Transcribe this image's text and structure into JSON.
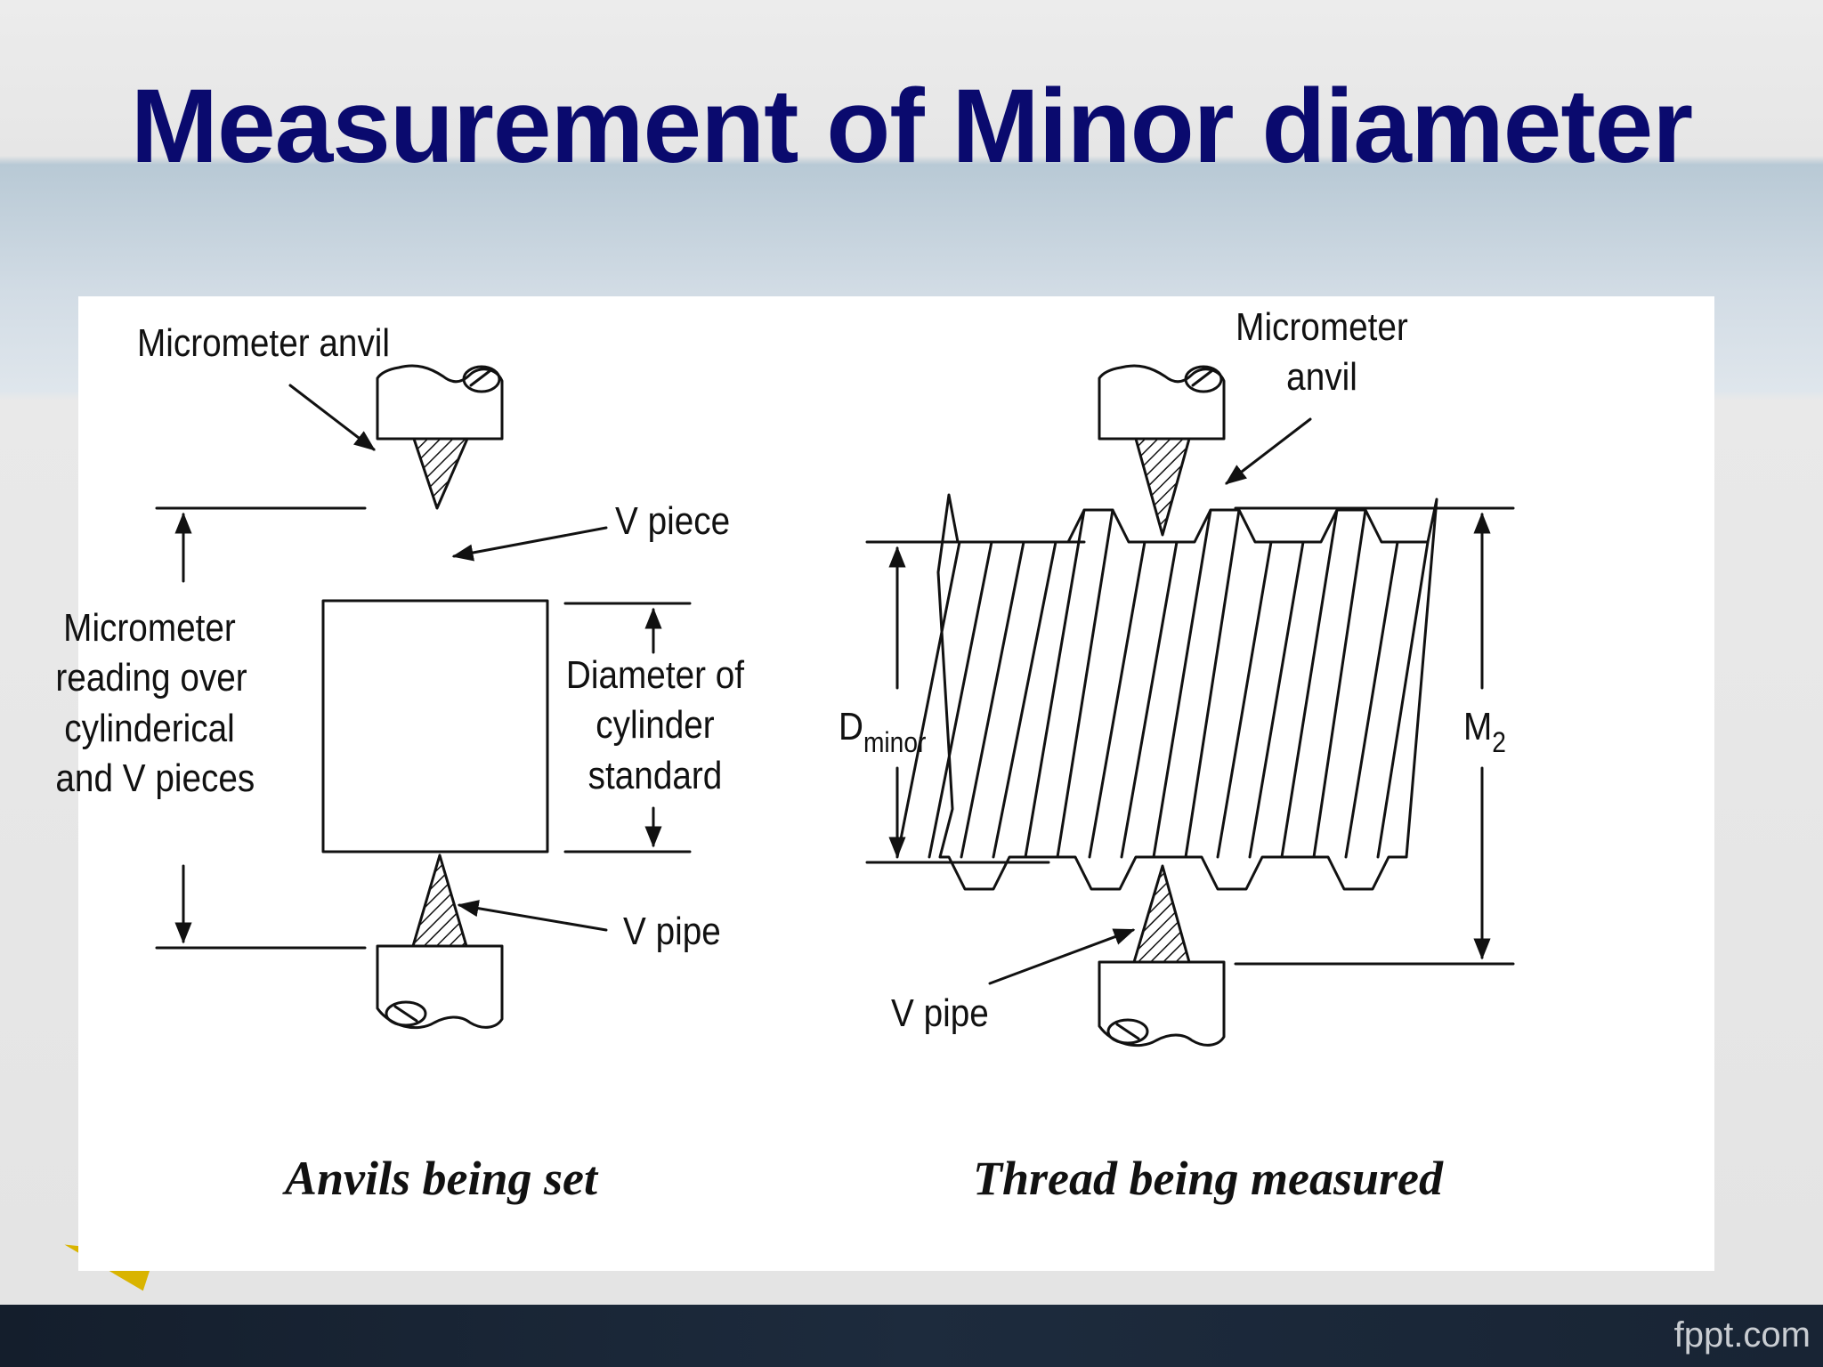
{
  "slide": {
    "title": "Measurement of Minor diameter",
    "brand": "fppt.com"
  },
  "left_figure": {
    "label_anvil": "Micrometer anvil",
    "label_v_piece": "V piece",
    "label_reading_lines": [
      "Micrometer",
      "reading over",
      "cylinderical",
      "and V pieces"
    ],
    "label_diameter_lines": [
      "Diameter of",
      "cylinder",
      "standard"
    ],
    "label_v_pipe": "V pipe",
    "caption": "Anvils being set"
  },
  "right_figure": {
    "label_anvil_lines": [
      "Micrometer",
      "anvil"
    ],
    "label_d_main": "D",
    "label_d_sub": "minor",
    "label_m_main": "M",
    "label_m_sub": "2",
    "label_v_pipe": "V pipe",
    "caption": "Thread being measured"
  },
  "colors": {
    "title": "#0a0a6e",
    "ink": "#111111",
    "panel": "#ffffff"
  }
}
